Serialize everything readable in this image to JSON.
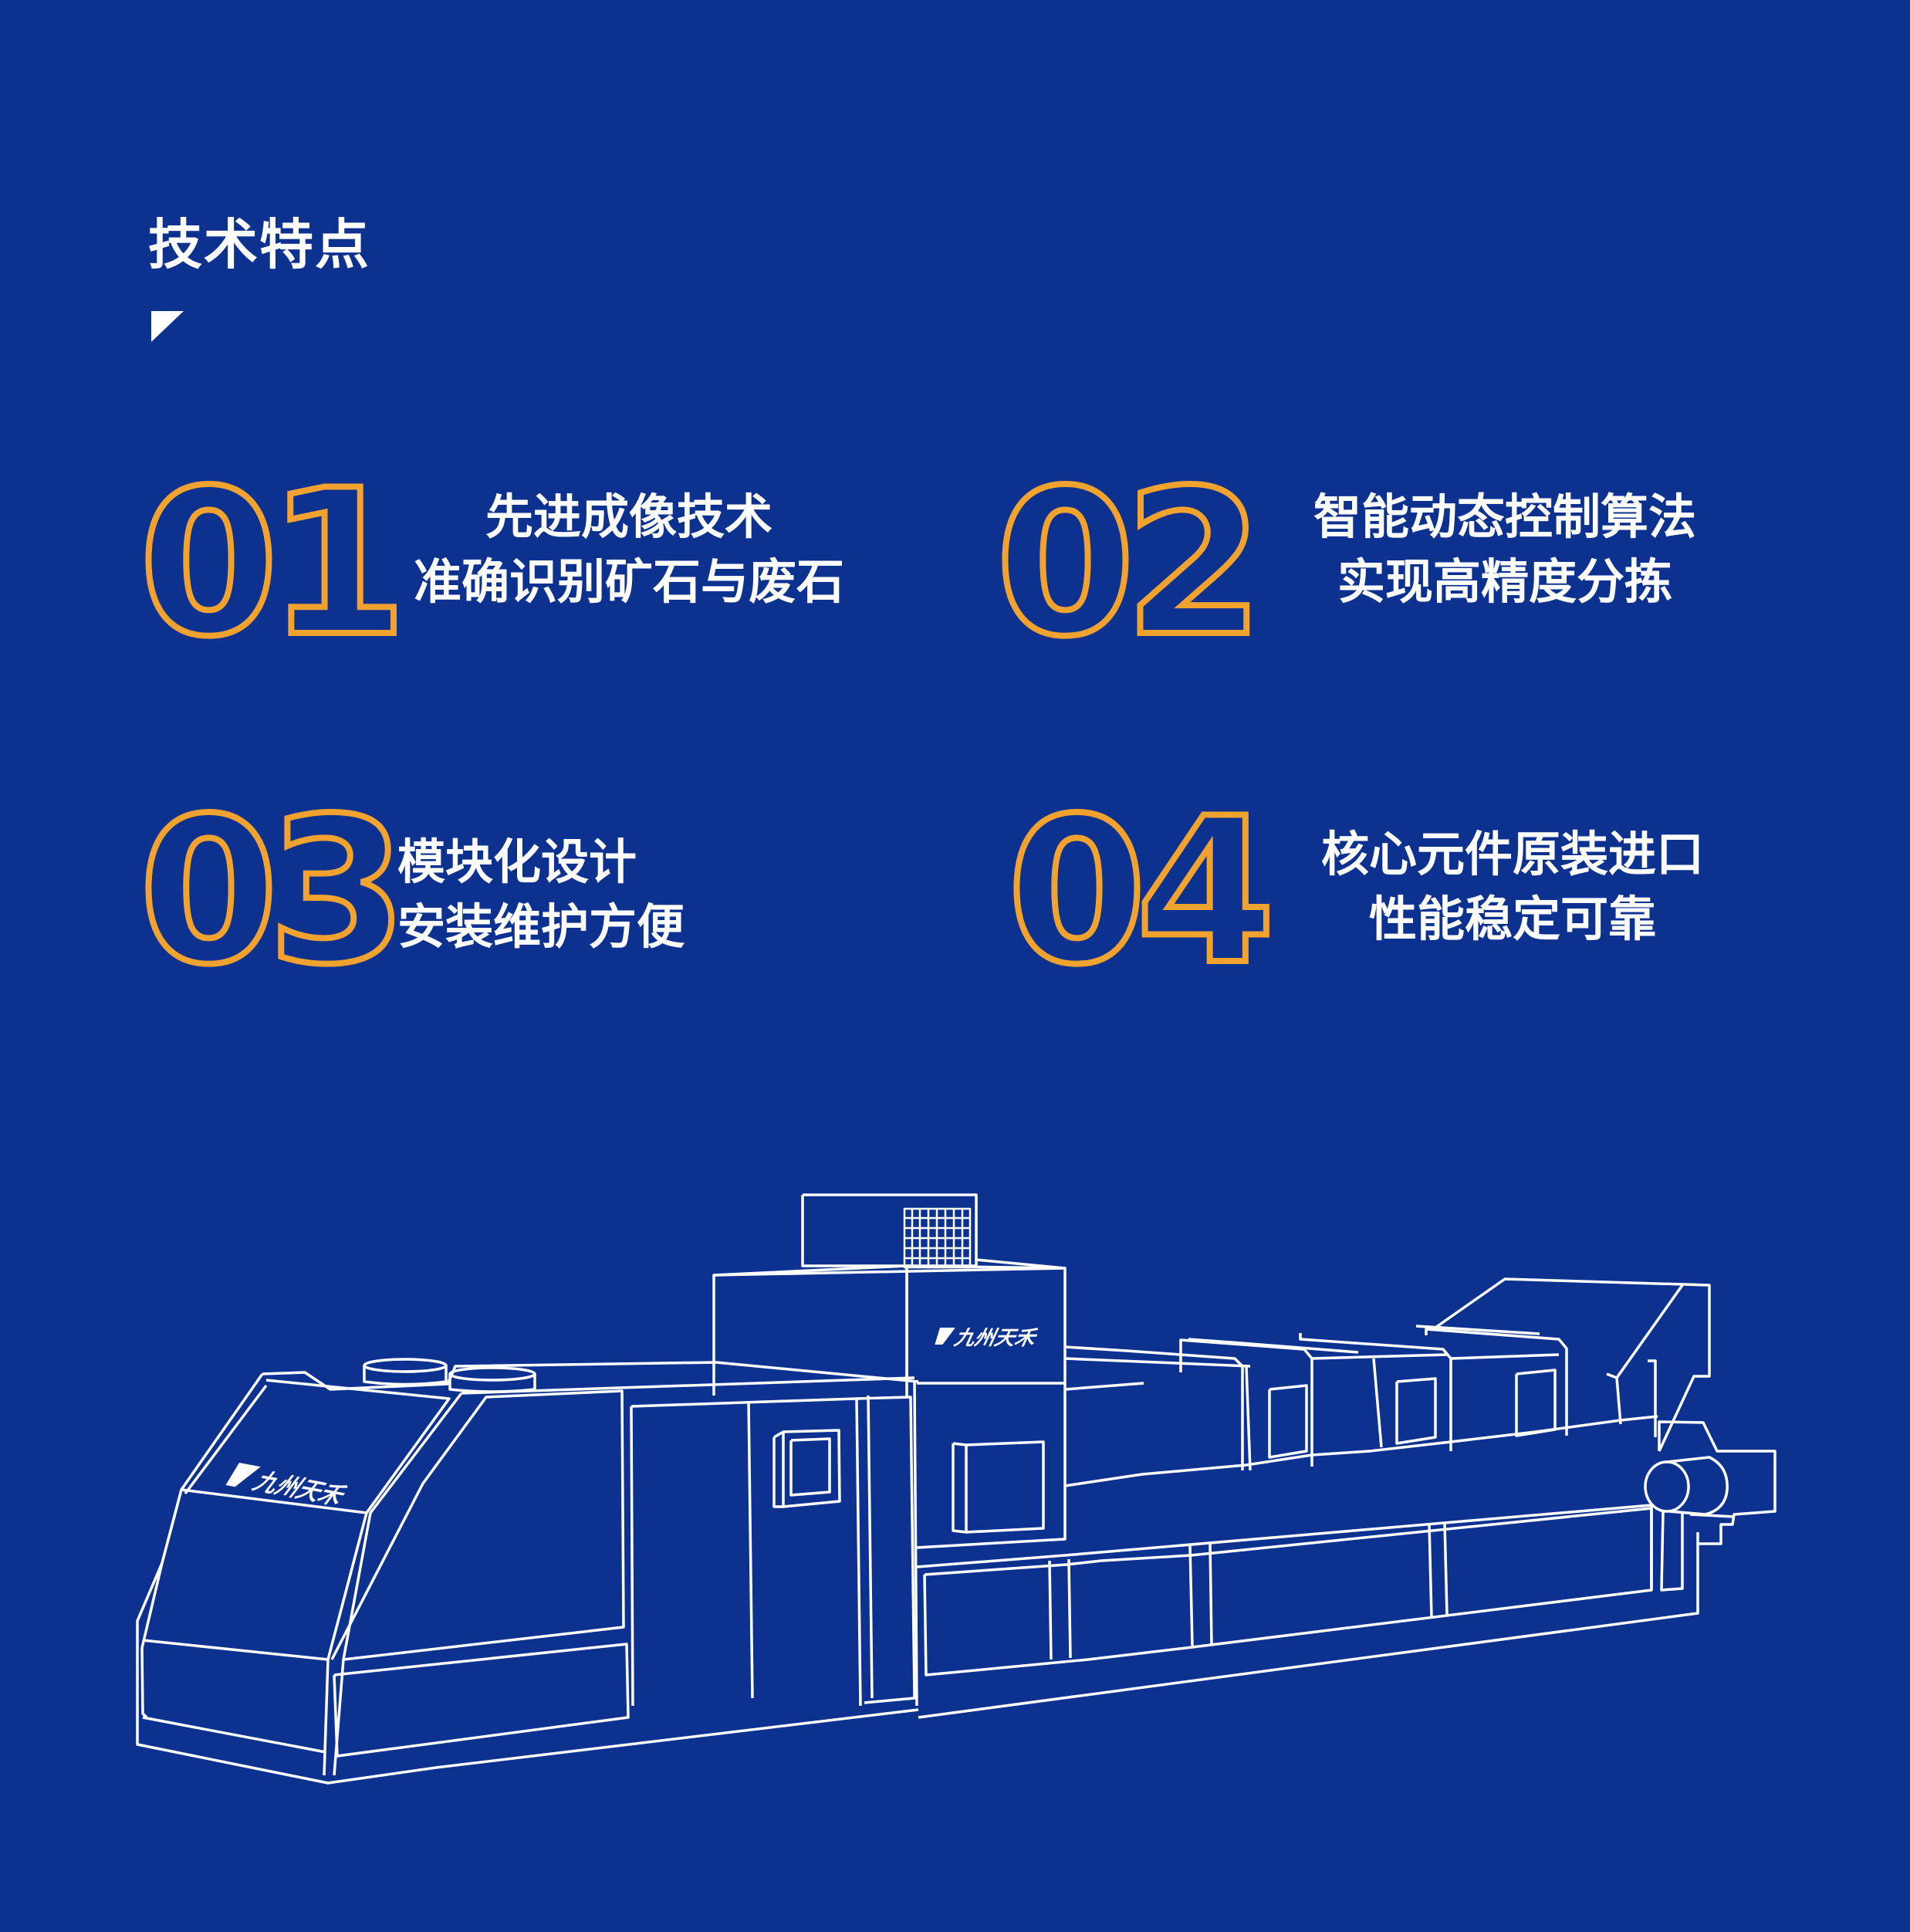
{
  "header": {
    "title": "技术特点",
    "marker_icon": "corner-triangle-icon"
  },
  "colors": {
    "background": "#0C318E",
    "accent_orange": "#F2A22E",
    "text": "#FFFFFF",
    "line_art": "#FFFFFF"
  },
  "features": [
    {
      "number": "01",
      "lines": [
        "先进成像技术",
        "准确识别矿石与废石"
      ]
    },
    {
      "number": "02",
      "lines": [
        "智能动态控制算法",
        "实现高精度分拣"
      ]
    },
    {
      "number": "03",
      "lines": [
        "模块化设计",
        "安装维护方便"
      ]
    },
    {
      "number": "04",
      "lines": [
        "核心元件原装进口",
        "性能稳定可靠"
      ]
    }
  ],
  "illustration": {
    "subject": "ore-sorting-machine-line-drawing",
    "brand_logo_text": "九州天禾"
  }
}
